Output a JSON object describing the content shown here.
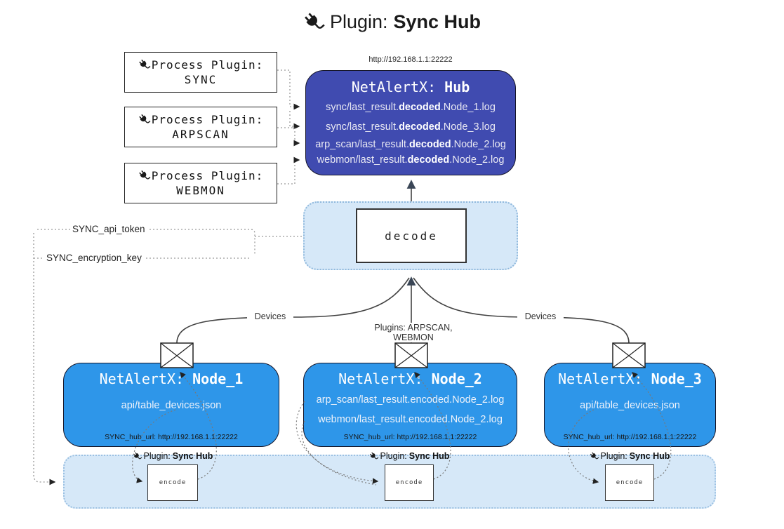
{
  "colors": {
    "hub_fill": "#404bb0",
    "node_fill": "#2e96e9",
    "panel_fill": "#d6e8f8",
    "line": "#424242"
  },
  "title": {
    "label": "Plugin:",
    "name": "Sync Hub"
  },
  "process_plugins": [
    {
      "line1": "Process Plugin:",
      "line2": "SYNC"
    },
    {
      "line1": "Process Plugin:",
      "line2": "ARPSCAN"
    },
    {
      "line1": "Process Plugin:",
      "line2": "WEBMON"
    }
  ],
  "hub": {
    "url": "http://192.168.1.1:22222",
    "title_prefix": "NetAlertX: ",
    "title_name": "Hub",
    "files": [
      {
        "pre": "sync/last_result.",
        "bold": "decoded",
        "post": ".Node_1.log"
      },
      {
        "pre": "sync/last_result.",
        "bold": "decoded",
        "post": ".Node_3.log"
      },
      {
        "pre": "arp_scan/last_result.",
        "bold": "decoded",
        "post": ".Node_2.log"
      },
      {
        "pre": "webmon/last_result.",
        "bold": "decoded",
        "post": ".Node_2.log"
      }
    ]
  },
  "decode": {
    "label": "decode"
  },
  "keys": {
    "api_token": "SYNC_api_token",
    "encryption_key": "SYNC_encryption_key"
  },
  "edges": {
    "devices_left": "Devices",
    "devices_right": "Devices",
    "plugins_mid": "Plugins: ARPSCAN, WEBMON"
  },
  "nodes": [
    {
      "title_prefix": "NetAlertX: ",
      "title_name": "Node_1",
      "files": [
        "api/table_devices.json"
      ],
      "hub_url": "SYNC_hub_url: http://192.168.1.1:22222"
    },
    {
      "title_prefix": "NetAlertX: ",
      "title_name": "Node_2",
      "files": [
        "arp_scan/last_result.encoded.Node_2.log",
        "webmon/last_result.encoded.Node_2.log"
      ],
      "hub_url": "SYNC_hub_url: http://192.168.1.1:22222"
    },
    {
      "title_prefix": "NetAlertX: ",
      "title_name": "Node_3",
      "files": [
        "api/table_devices.json"
      ],
      "hub_url": "SYNC_hub_url: http://192.168.1.1:22222"
    }
  ],
  "encode_panel": {
    "groups": [
      {
        "label_prefix": "Plugin:",
        "label_name": "Sync Hub",
        "box": "encode"
      },
      {
        "label_prefix": "Plugin:",
        "label_name": "Sync Hub",
        "box": "encode"
      },
      {
        "label_prefix": "Plugin:",
        "label_name": "Sync Hub",
        "box": "encode"
      }
    ]
  }
}
